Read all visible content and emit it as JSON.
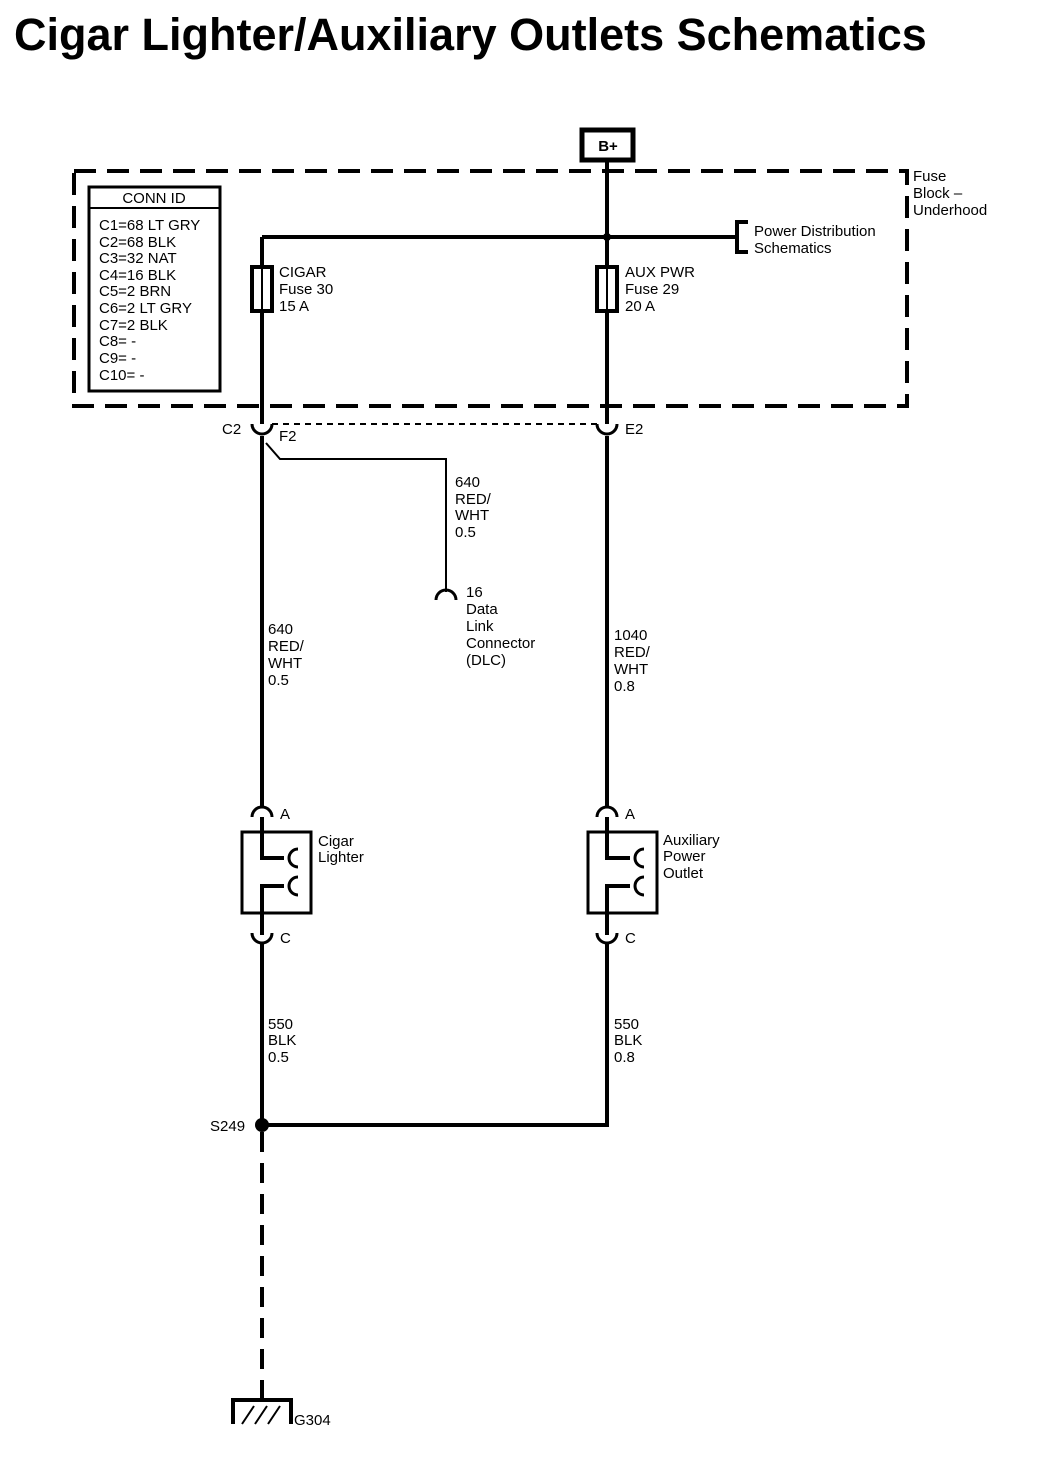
{
  "title": "Cigar Lighter/Auxiliary Outlets Schematics",
  "colors": {
    "ink": "#000000",
    "background": "#ffffff"
  },
  "power": {
    "label": "B+"
  },
  "fuse_block": {
    "lines": [
      "Fuse",
      "Block –",
      "Underhood"
    ]
  },
  "power_distribution": {
    "lines": [
      "Power Distribution",
      "Schematics"
    ]
  },
  "conn_id": {
    "header": "CONN ID",
    "rows": [
      "C1=68 LT GRY",
      "C2=68 BLK",
      "C3=32 NAT",
      "C4=16 BLK",
      "C5=2 BRN",
      "C6=2 LT GRY",
      "C7=2 BLK",
      "C8= -",
      "C9= -",
      "C10= -"
    ]
  },
  "fuses": {
    "cigar": {
      "lines": [
        "CIGAR",
        "Fuse 30",
        "15 A"
      ]
    },
    "aux": {
      "lines": [
        "AUX PWR",
        "Fuse 29",
        "20 A"
      ]
    }
  },
  "connectors": {
    "c2": "C2",
    "f2": "F2",
    "e2": "E2"
  },
  "wires": {
    "dlc_branch": [
      "640",
      "RED/",
      "WHT",
      "0.5"
    ],
    "left_feed": [
      "640",
      "RED/",
      "WHT",
      "0.5"
    ],
    "right_feed": [
      "1040",
      "RED/",
      "WHT",
      "0.8"
    ],
    "left_ground": [
      "550",
      "BLK",
      "0.5"
    ],
    "right_ground": [
      "550",
      "BLK",
      "0.8"
    ]
  },
  "dlc": {
    "lines": [
      "16",
      "Data",
      "Link",
      "Connector",
      "(DLC)"
    ]
  },
  "cigar_lighter": {
    "lines": [
      "Cigar",
      "Lighter"
    ],
    "pin_a": "A",
    "pin_c": "C"
  },
  "aux_outlet": {
    "lines": [
      "Auxiliary",
      "Power",
      "Outlet"
    ],
    "pin_a": "A",
    "pin_c": "C"
  },
  "splice": {
    "label": "S249"
  },
  "ground": {
    "label": "G304"
  },
  "icons": [
    "ground-symbol-icon",
    "connector-terminal-icon",
    "fuse-icon",
    "splice-dot-icon",
    "socket-contact-icon"
  ]
}
